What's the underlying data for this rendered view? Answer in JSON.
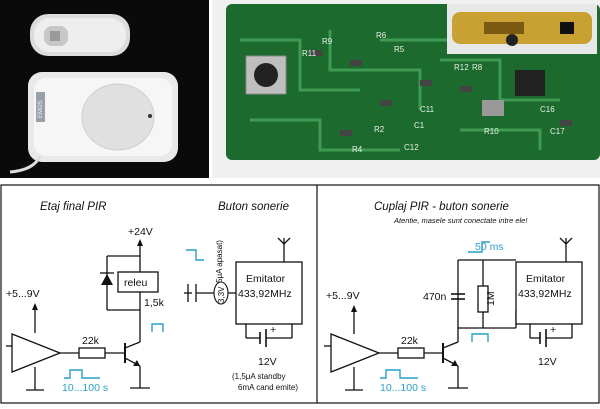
{
  "colors": {
    "accent": "#2a9fc9",
    "pcb": "#1c6a2e",
    "photo_bg": "#0a0a0a",
    "line": "#111111"
  },
  "photos": {
    "left_caption_logo": "EMOS",
    "pcb_labels": [
      "R11",
      "R9",
      "R6",
      "R5",
      "R12",
      "R8",
      "R10",
      "R2",
      "C1",
      "C12",
      "R4",
      "C17",
      "C16",
      "C11"
    ]
  },
  "left_panel": {
    "title": "Etaj final PIR",
    "button_title": "Buton sonerie",
    "supply_top": "+24V",
    "supply_in": "+5...9V",
    "relay": "releu",
    "r_load": "1,5k",
    "r_base": "22k",
    "pulse_time": "10...100 s",
    "standby_current": "(25μA apasat)",
    "battery_cell": "3,3V",
    "emitter_line1": "Emitator",
    "emitter_line2": "433,92MHz",
    "battery": "12V",
    "note_line1": "(1,5μA standby",
    "note_line2": "6mA cand emite)"
  },
  "right_panel": {
    "title": "Cuplaj PIR - buton sonerie",
    "warning": "Atentie, masele sunt conectate intre ele!",
    "pulse_short": "50 ms",
    "cap": "470n",
    "r_big": "1M",
    "supply_in": "+5...9V",
    "r_base": "22k",
    "pulse_time": "10...100 s",
    "emitter_line1": "Emitator",
    "emitter_line2": "433,92MHz",
    "battery": "12V"
  }
}
